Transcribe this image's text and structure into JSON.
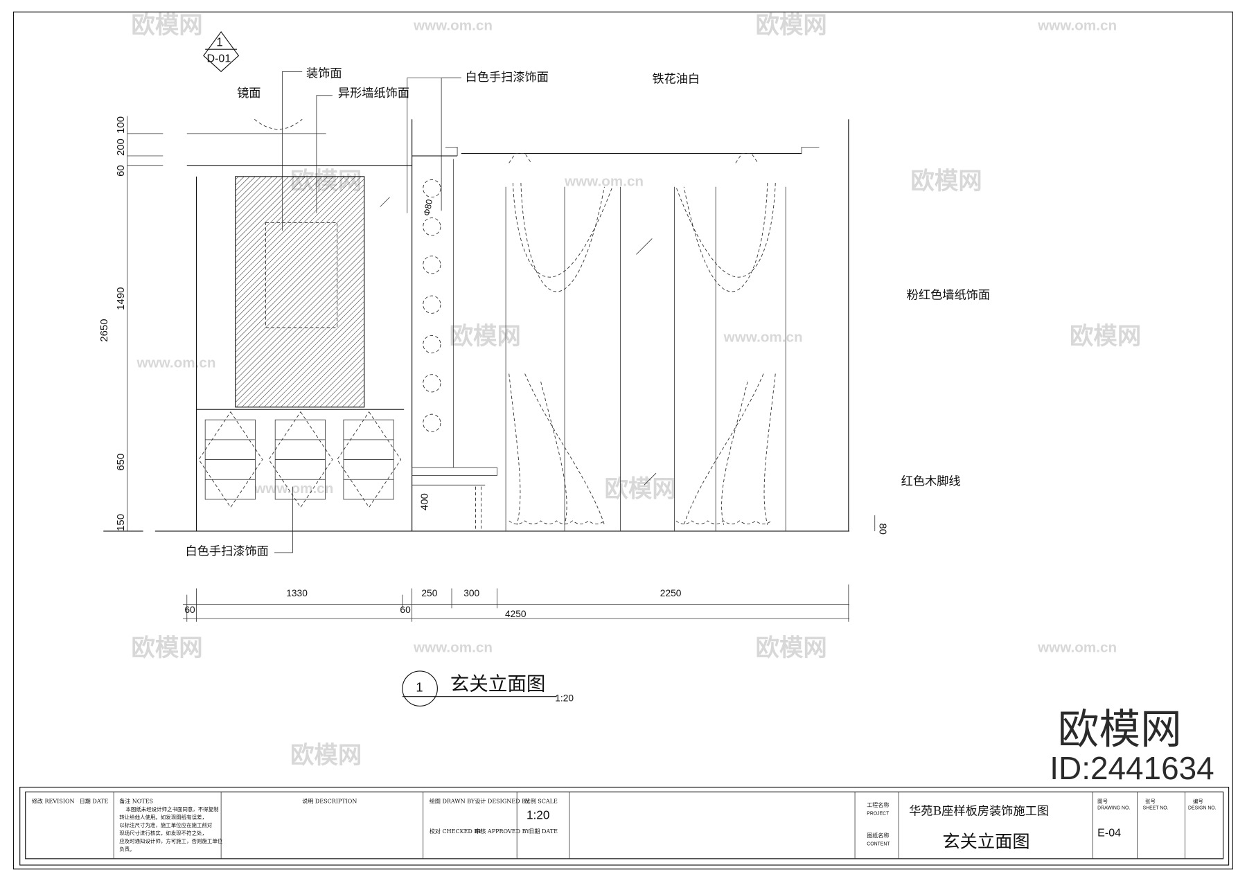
{
  "drawing": {
    "detail_marker": {
      "number": "1",
      "sheet": "D-01"
    },
    "labels": {
      "decor_face": "装饰面",
      "mirror_face": "镜面",
      "shaped_wallpaper": "异形墙纸饰面",
      "white_lacquer_top": "白色手扫漆饰面",
      "iron_white": "铁花油白",
      "pink_wallpaper": "粉红色墙纸饰面",
      "red_skirting": "红色木脚线",
      "white_lacquer_bottom": "白色手扫漆饰面"
    },
    "vertical_dims": {
      "d100": "100",
      "d200": "200",
      "d60": "60",
      "d1490": "1490",
      "d2650": "2650",
      "d650": "650",
      "d150": "150",
      "d400": "400",
      "d80": "80",
      "phi": "Φ80"
    },
    "horizontal_dims": {
      "d60a": "60",
      "d1330": "1330",
      "d60b": "60",
      "d250": "250",
      "d300": "300",
      "d2250": "2250",
      "d4250": "4250"
    },
    "title": {
      "number": "1",
      "name": "玄关立面图",
      "scale": "1:20"
    }
  },
  "title_block": {
    "revision": "修改 REVISION",
    "date": "日期 DATE",
    "notes_label": "备注 NOTES",
    "notes_text": [
      "本图纸未经设计师之书面同意，不得复制",
      "转让给他人使用。如发现图纸有误差，",
      "以标注尺寸为准，施工单位应在施工前对",
      "现场尺寸进行核实，如发现不符之处，",
      "应及时通知设计师，方可施工，否则施工单位",
      "负责。"
    ],
    "description": "说明 DESCRIPTION",
    "drawn_by": "绘图 DRAWN BY",
    "designed_by": "设计 DESIGNED BY",
    "checked_by": "校对 CHECKED BY",
    "approved_by": "审核 APPROVED BY",
    "scale_label": "比例 SCALE",
    "scale_value": "1:20",
    "date_label": "日期 DATE",
    "project_label": [
      "工程名称",
      "PROJECT"
    ],
    "project_name": "华苑B座样板房装饰施工图",
    "content_label": [
      "图纸名称",
      "CONTENT"
    ],
    "content_name": "玄关立面图",
    "drawing_no_label": [
      "图号",
      "DRAWING NO."
    ],
    "drawing_no": "E-04",
    "sheet_no_label": [
      "张号",
      "SHEET NO."
    ],
    "design_no_label": [
      "编号",
      "DESIGN NO."
    ]
  },
  "watermarks": {
    "brand": "欧模网",
    "url": "www.om.cn",
    "id": "ID:2441634"
  }
}
